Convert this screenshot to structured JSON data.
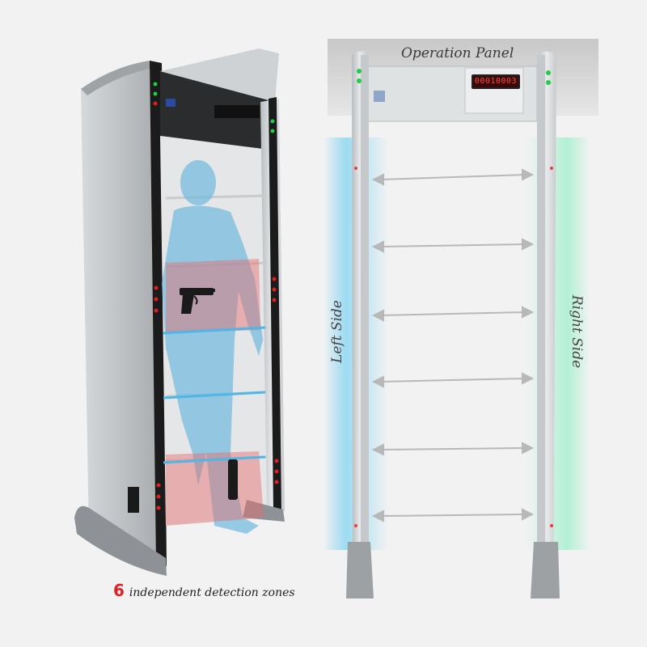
{
  "labels": {
    "operation_panel": "Operation Panel",
    "left_side": "Left Side",
    "right_side": "Right Side"
  },
  "caption": {
    "zones_count": "6",
    "zones_text": "independent detection zones"
  },
  "panel_counter": "00010003",
  "detection_zones": 6,
  "icons": {
    "weapon": "handgun-icon",
    "person": "person-silhouette",
    "arrows": "double-arrow"
  },
  "colors": {
    "background": "#f2f2f2",
    "zone_highlight": "#e86a6a",
    "left_glow": "#8ed8f2",
    "right_glow": "#a8f0d0",
    "led_red": "#e02020",
    "led_green": "#22cc44"
  }
}
